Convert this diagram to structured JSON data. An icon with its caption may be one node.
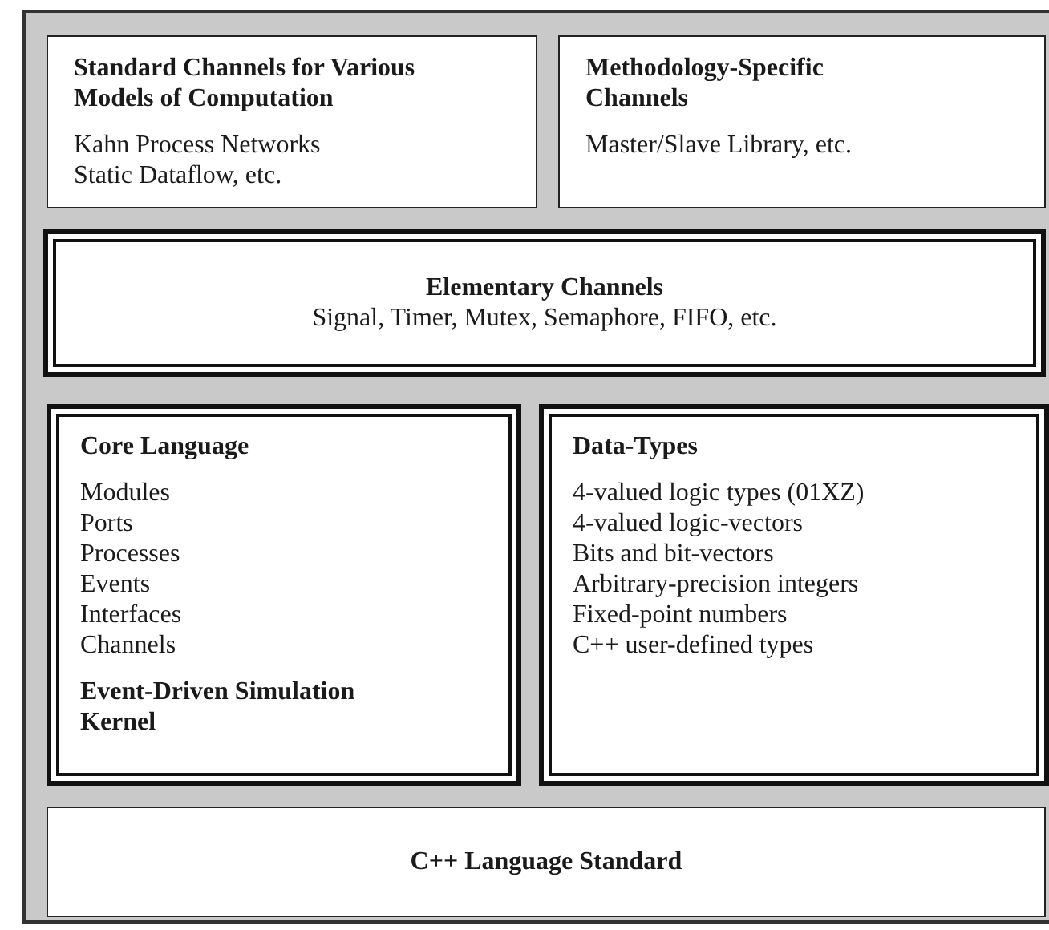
{
  "diagram": {
    "nodes": [
      {
        "text": [],
        "shape": "box"
      },
      {
        "text": [
          "Standard Channels for Various Models of Computation",
          "Kahn Process Networks",
          "Static Dataflow, etc."
        ],
        "in": 0
      },
      {
        "text": [
          "Methodology-Specific Channels",
          "Master/Slave Library, etc."
        ],
        "in": 0
      },
      {
        "text": [
          "Elementary Channels",
          "Signal, Timer, Mutex, Semaphore, FIFO, etc."
        ],
        "in": 0
      },
      {
        "text": [
          "Core Language",
          "Modules",
          "Ports",
          "Processes",
          "Events",
          "Interfaces",
          "Channels",
          "Event-Driven Simulation Kernel"
        ],
        "in": 0
      },
      {
        "text": [
          "Data-Types",
          "4-valued logic types (01XZ)",
          "4-valued logic-vectors",
          "Bits and bit-vectors",
          "Arbitrary-precision integers",
          "Fixed-point numbers",
          "C++ user-defined types"
        ],
        "in": 0
      },
      {
        "text": [
          "C++ Language Standard"
        ],
        "in": 0
      }
    ]
  }
}
